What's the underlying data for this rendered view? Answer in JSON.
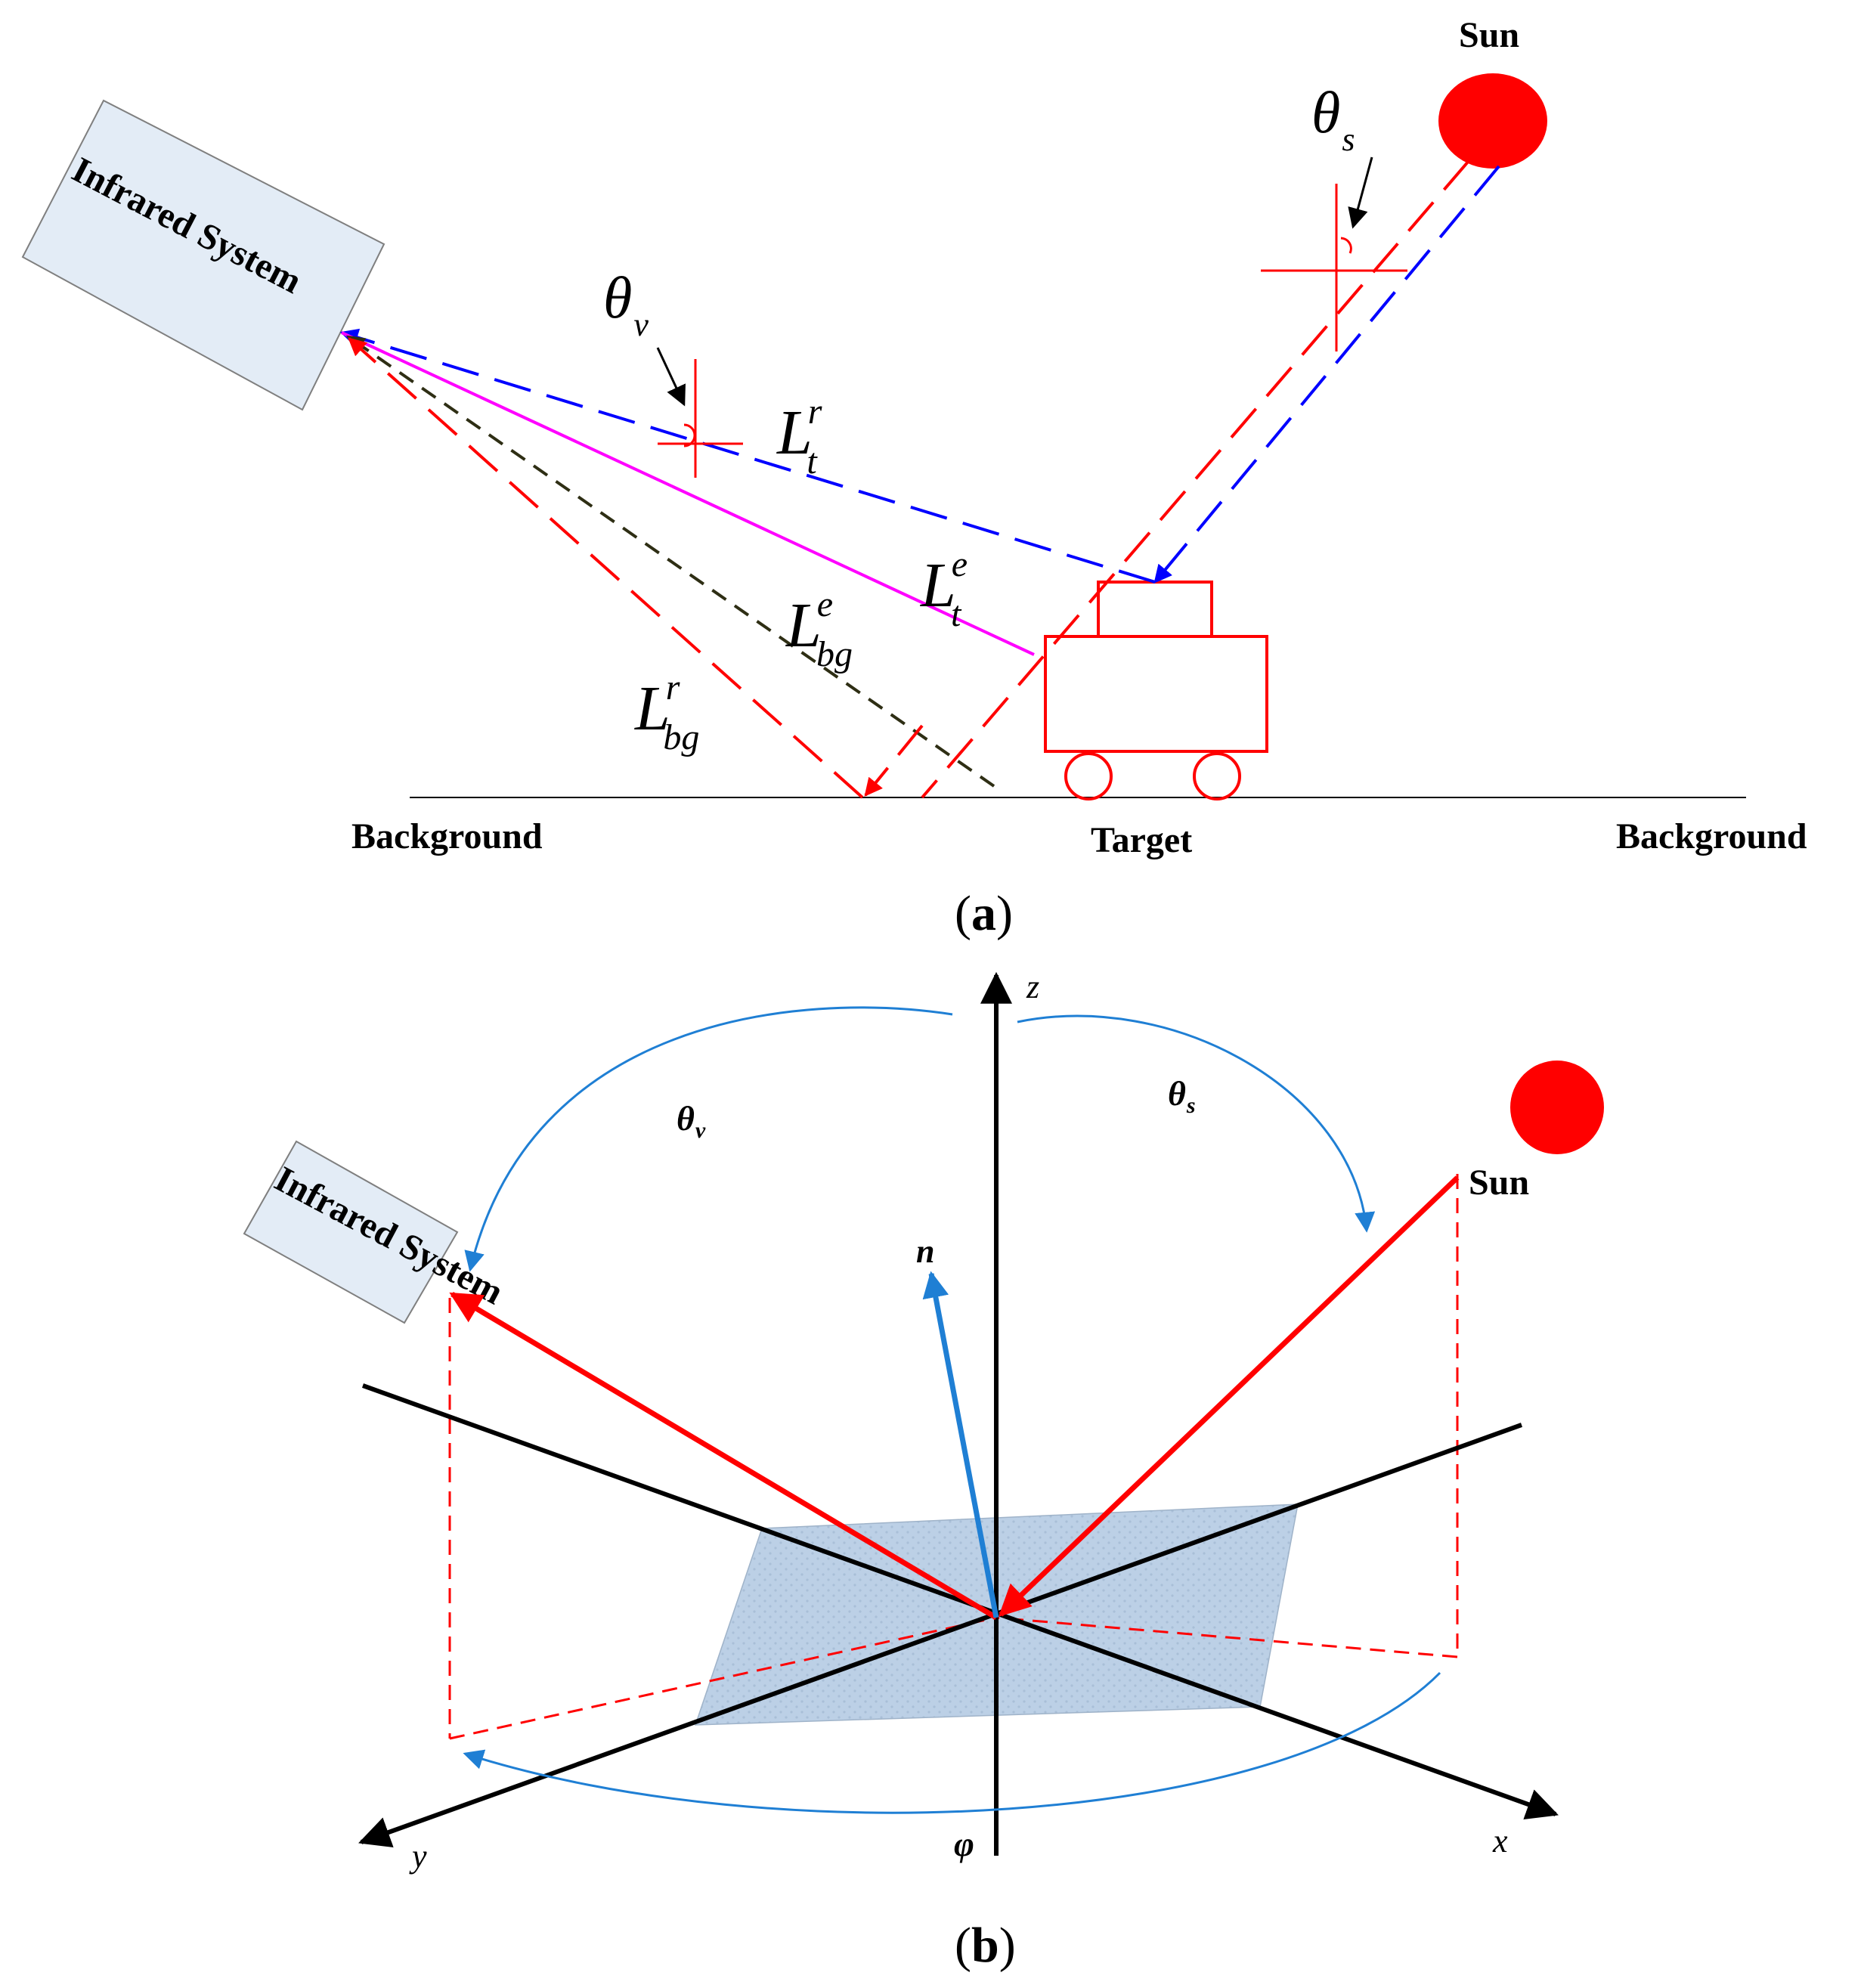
{
  "panel_a": {
    "sun_label": "Sun",
    "infrared_system_label": "Infrared System",
    "theta_v": {
      "main": "θ",
      "sub": "v"
    },
    "theta_s": {
      "main": "θ",
      "sub": "s"
    },
    "L_t_r": {
      "main": "L",
      "sup": "r",
      "sub": "t"
    },
    "L_t_e": {
      "main": "L",
      "sup": "e",
      "sub": "t"
    },
    "L_bg_e": {
      "main": "L",
      "sup": "e",
      "sub": "bg"
    },
    "L_bg_r": {
      "main": "L",
      "sup": "r",
      "sub": "bg"
    },
    "background_left": "Background",
    "target": "Target",
    "background_right": "Background",
    "caption_open": "(",
    "caption_letter": "a",
    "caption_close": ")"
  },
  "panel_b": {
    "z_axis": "z",
    "x_axis": "x",
    "y_axis": "y",
    "theta_v": {
      "main": "θ",
      "sub": "v"
    },
    "theta_s": {
      "main": "θ",
      "sub": "s"
    },
    "infrared_system_label": "Infrared System",
    "sun_label": "Sun",
    "normal_label": "n",
    "phi_label": "φ",
    "caption_open": "(",
    "caption_letter": "b",
    "caption_close": ")"
  },
  "colors": {
    "sun": "#ff0000",
    "red": "#ff0000",
    "blue_dash": "#0000ff",
    "magenta": "#ff00ff",
    "dark_dash": "#2e2e14",
    "blue_arc": "#1f7fd4",
    "device_fill": "#e3ecf6",
    "plane_fill": "#bcd0e6"
  }
}
